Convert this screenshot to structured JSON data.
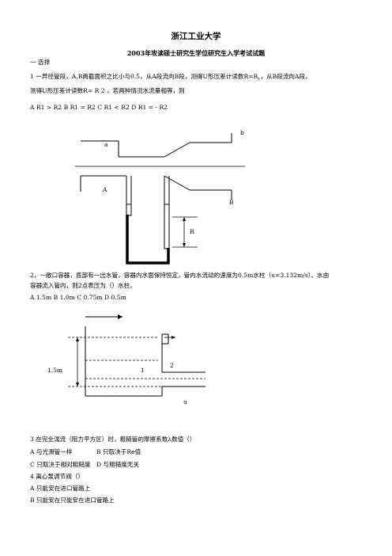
{
  "header": {
    "school": "浙江工业大学",
    "exam_title": "2003年攻读硕士研究生学位研究生入学考试试题"
  },
  "section1": {
    "title": "一  选择"
  },
  "q1": {
    "line1": "1  一异径管段，A,B两截面积之比小与0.5，从A段流向B段，测得U形压差计读数R=R",
    "line1_sub": "1",
    "line1_end": "，从B段流向A段，",
    "line2": "测得U形压差计读数R= R 2 ，若两种情况水流量相等，则",
    "options": "A R1 > R2    B R1 = R2    C R1 < R2    D R1 = - R2",
    "figure": {
      "label_a": "a",
      "label_b": "b",
      "label_A": "A",
      "label_B": "B",
      "label_R": "R"
    }
  },
  "q2": {
    "line1": "2，一敞口容器，底部有一出水管，容器内水面保持恒定，管内水流动的速度为0.5m水柱（u=3.132m/s）。水由",
    "line2": "容器流入管内，则2点表压为（）水柱。",
    "options": "A 1.5m    B 1.0m    C 0.75m    D 0.5m",
    "figure": {
      "label_height": "1.5m",
      "label_1": "1",
      "label_2": "2",
      "label_u": "u"
    }
  },
  "q3": {
    "line1": "3  在完全湍流（阻力平方区）时，粗糙管的摩擦系数λ数值（）",
    "optA": "A  与光滑管一样",
    "optB": "B  只取决于Re值",
    "optC": "C 只取决于相对粗糙度",
    "optD": "D 与粗糙度无关"
  },
  "q4": {
    "line1": "4  离心泵调节阀（）",
    "optA": "A  只能安在进口管路上",
    "optB": "B 只能安在只能安在进口管路上"
  }
}
